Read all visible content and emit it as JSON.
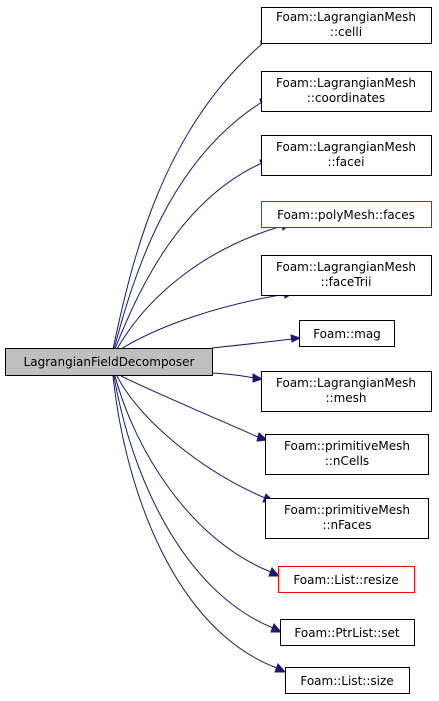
{
  "source": {
    "label": "LagrangianFieldDecomposer"
  },
  "targets": [
    {
      "id": "celli",
      "lines": [
        "Foam::LagrangianMesh",
        "::celli"
      ],
      "red": false
    },
    {
      "id": "coordinates",
      "lines": [
        "Foam::LagrangianMesh",
        "::coordinates"
      ],
      "red": false
    },
    {
      "id": "facei",
      "lines": [
        "Foam::LagrangianMesh",
        "::facei"
      ],
      "red": false
    },
    {
      "id": "faces",
      "lines": [
        "Foam::polyMesh::faces"
      ],
      "red": true
    },
    {
      "id": "facetrii",
      "lines": [
        "Foam::LagrangianMesh",
        "::faceTrii"
      ],
      "red": false
    },
    {
      "id": "mag",
      "lines": [
        "Foam::mag"
      ],
      "red": false
    },
    {
      "id": "mesh",
      "lines": [
        "Foam::LagrangianMesh",
        "::mesh"
      ],
      "red": false
    },
    {
      "id": "ncells",
      "lines": [
        "Foam::primitiveMesh",
        "::nCells"
      ],
      "red": false
    },
    {
      "id": "nfaces",
      "lines": [
        "Foam::primitiveMesh",
        "::nFaces"
      ],
      "red": false
    },
    {
      "id": "resize",
      "lines": [
        "Foam::List::resize"
      ],
      "red": true
    },
    {
      "id": "set",
      "lines": [
        "Foam::PtrList::set"
      ],
      "red": false
    },
    {
      "id": "size",
      "lines": [
        "Foam::List::size"
      ],
      "red": false
    }
  ],
  "colors": {
    "edge": "#191970",
    "source_fill": "#bfbfbf",
    "red_border": "#ff0000"
  }
}
